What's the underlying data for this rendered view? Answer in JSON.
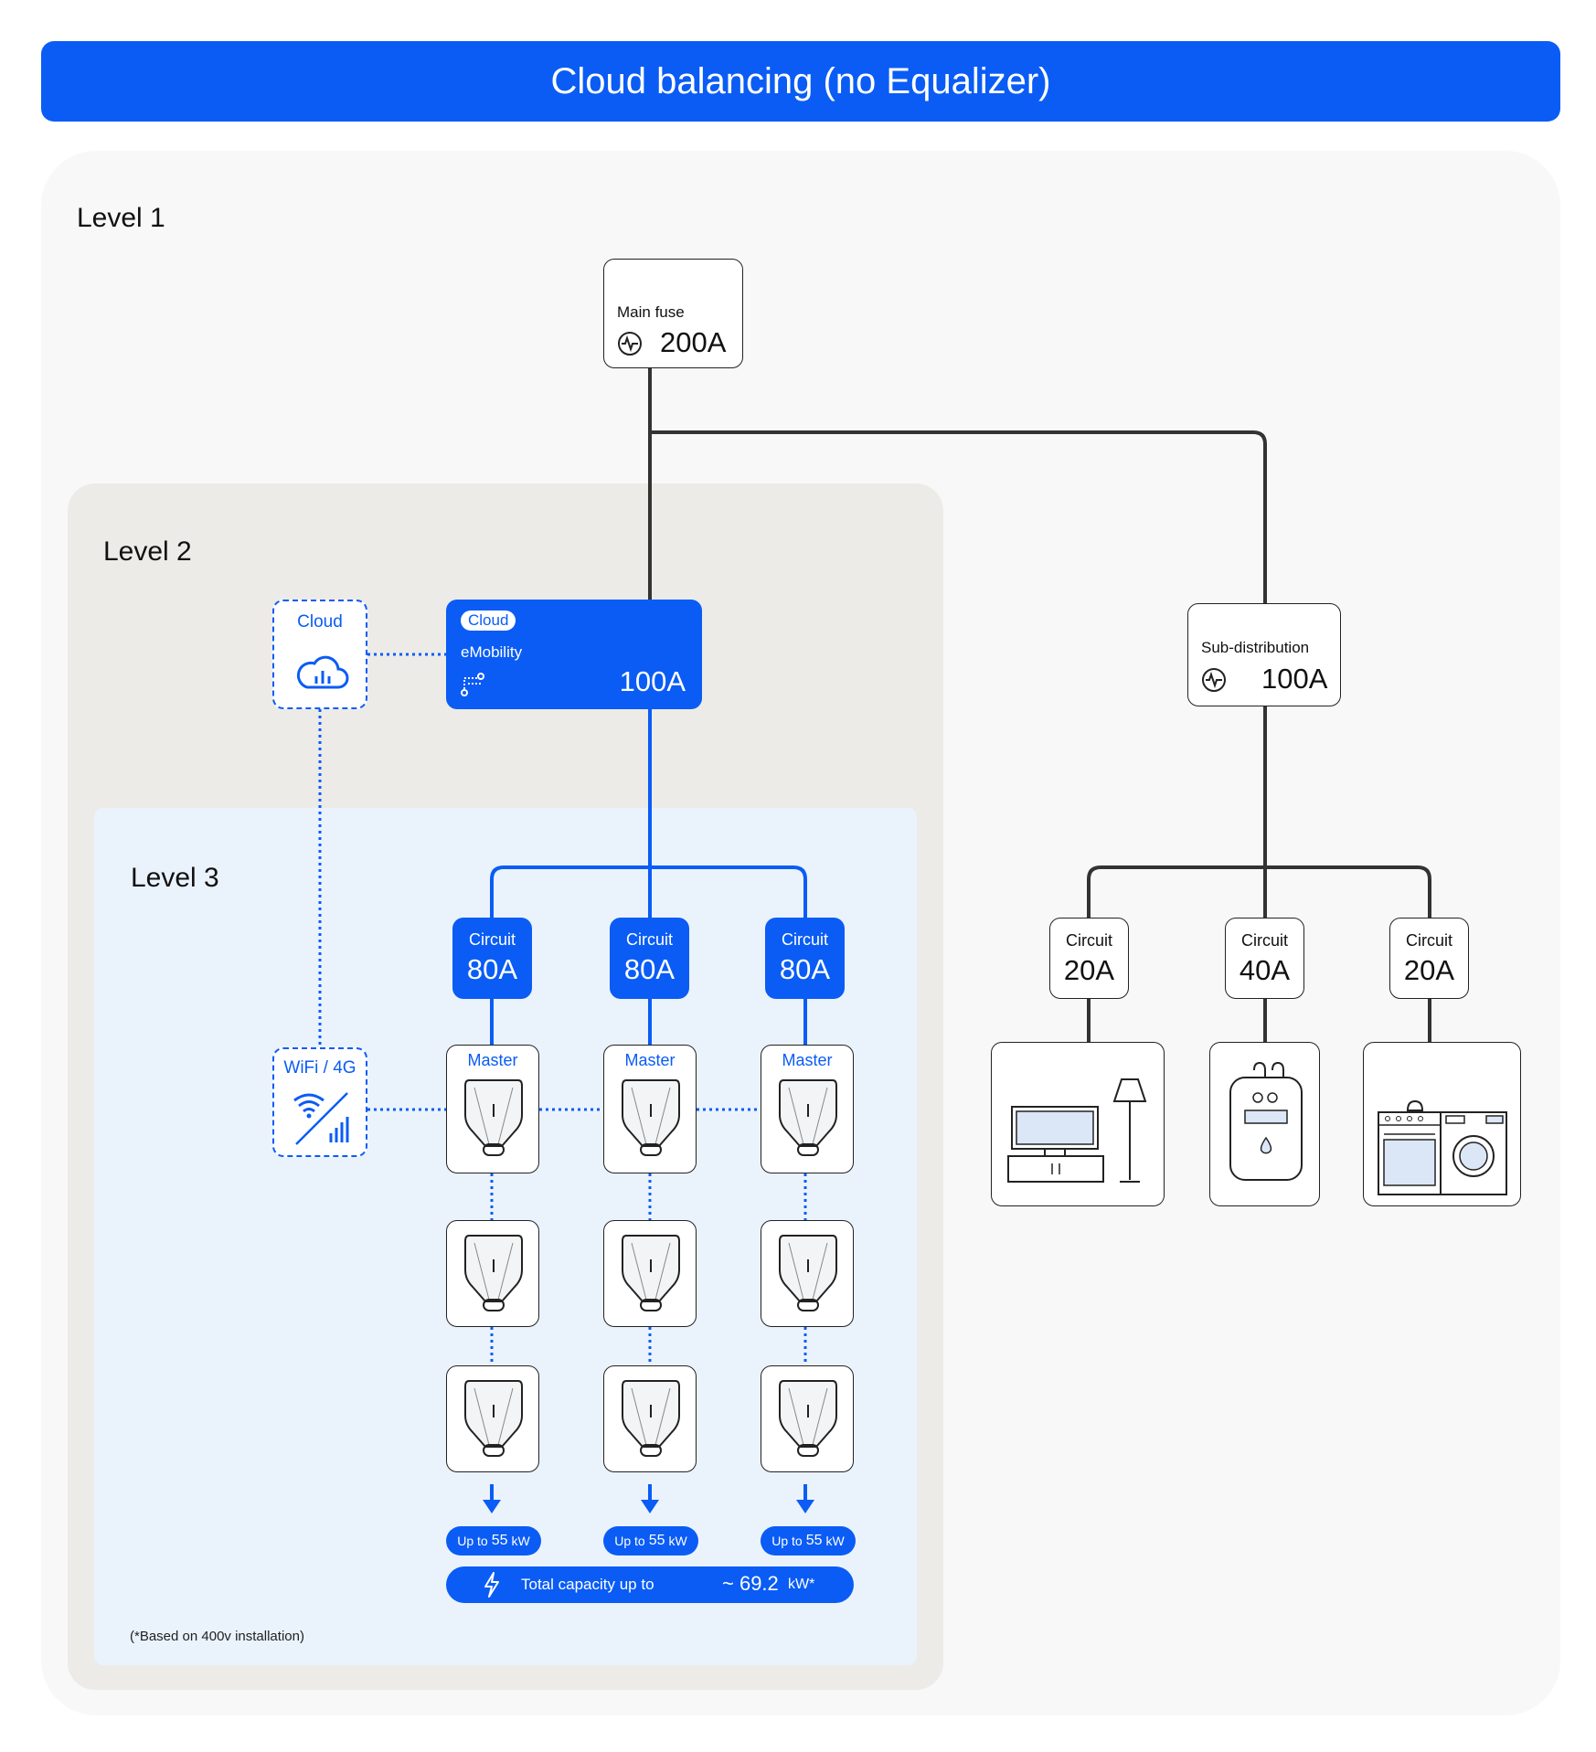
{
  "title": "Cloud balancing (no Equalizer)",
  "levels": {
    "l1": "Level 1",
    "l2": "Level 2",
    "l3": "Level 3"
  },
  "main_fuse": {
    "label": "Main fuse",
    "value": "200A"
  },
  "sub_distribution": {
    "label": "Sub-distribution",
    "value": "100A"
  },
  "emobility": {
    "badge": "Cloud",
    "label": "eMobility",
    "value": "100A"
  },
  "cloud_box": {
    "label": "Cloud",
    "icon": "cloud-icon"
  },
  "wifi_box": {
    "label": "WiFi / 4G",
    "icon": "wifi-signal-icon"
  },
  "ev_circuits": [
    {
      "label": "Circuit",
      "value": "80A"
    },
    {
      "label": "Circuit",
      "value": "80A"
    },
    {
      "label": "Circuit",
      "value": "80A"
    }
  ],
  "home_circuits": [
    {
      "label": "Circuit",
      "value": "20A",
      "appliance": "tv-lamp-icon"
    },
    {
      "label": "Circuit",
      "value": "40A",
      "appliance": "water-heater-icon"
    },
    {
      "label": "Circuit",
      "value": "20A",
      "appliance": "kitchen-laundry-icon"
    }
  ],
  "charger": {
    "master_label": "Master",
    "icon": "ev-charger-icon"
  },
  "capacity_pills": [
    {
      "prefix": "Up to",
      "value": "55",
      "unit": "kW"
    },
    {
      "prefix": "Up to",
      "value": "55",
      "unit": "kW"
    },
    {
      "prefix": "Up to",
      "value": "55",
      "unit": "kW"
    }
  ],
  "total": {
    "label": "Total capacity up to",
    "value": "~ 69.2",
    "unit": "kW*",
    "icon": "lightning-icon"
  },
  "footnote": "(*Based on 400v installation)",
  "colors": {
    "accent": "#0a5cf5",
    "line": "#333333",
    "level1": "#f8f8f8",
    "level2": "#ecebe8",
    "level3": "#eaf3fc"
  }
}
